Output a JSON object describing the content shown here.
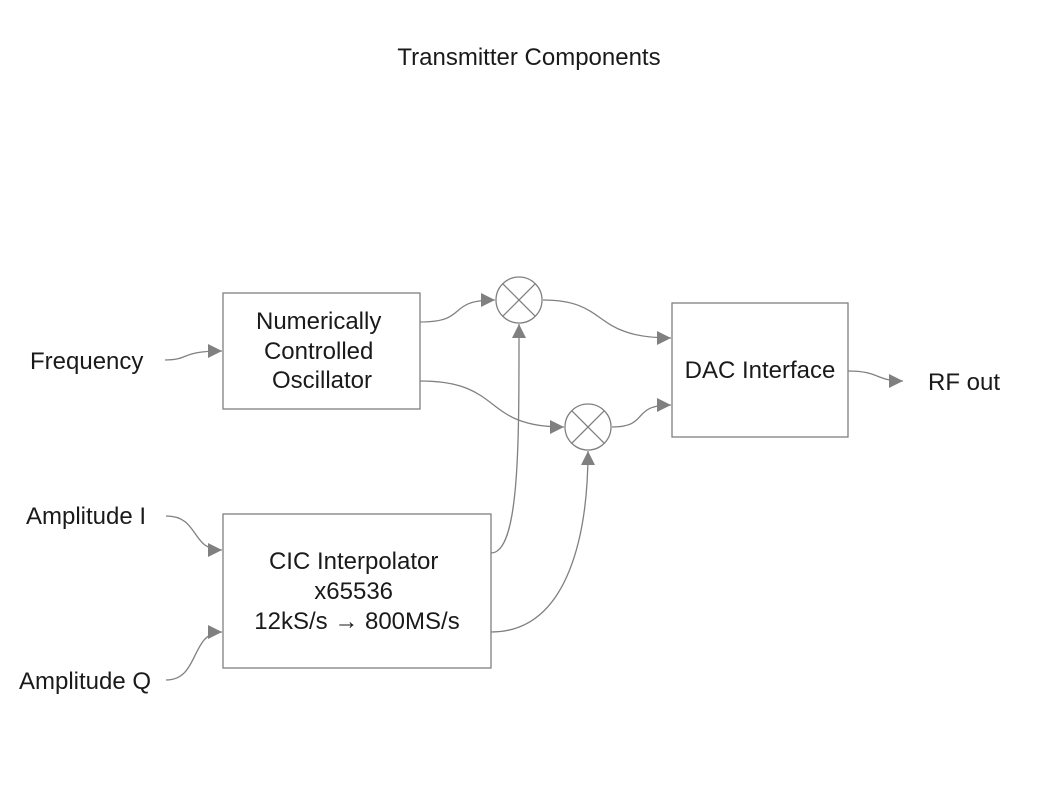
{
  "title": "Transmitter Components",
  "inputs": {
    "frequency": "Frequency",
    "amplitude_i": "Amplitude I",
    "amplitude_q": "Amplitude Q"
  },
  "output": {
    "rf_out": "RF out"
  },
  "blocks": {
    "nco": {
      "lines": [
        "Numerically",
        "Controlled",
        "Oscillator"
      ]
    },
    "cic": {
      "lines": [
        "CIC Interpolator",
        "x65536",
        "12kS/s → 800MS/s"
      ]
    },
    "dac": {
      "lines": [
        "DAC Interface"
      ]
    }
  },
  "mixers": [
    "multiplier",
    "multiplier"
  ],
  "colors": {
    "stroke": "#808080",
    "arrow": "#808080",
    "text": "#1a1a1a",
    "background": "#ffffff"
  }
}
